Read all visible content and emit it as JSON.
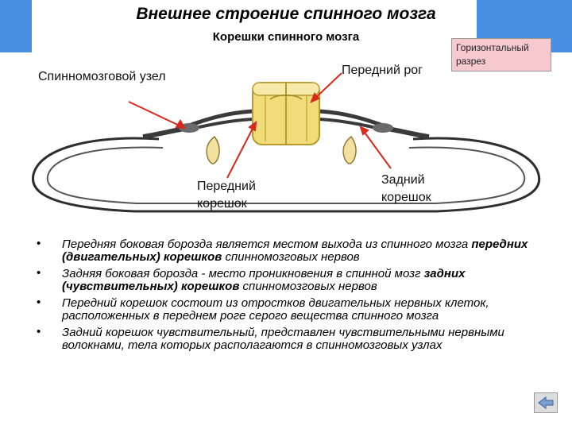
{
  "header": {
    "title": "Внешнее строение спинного мозга",
    "subtitle": "Корешки спинного мозга",
    "section_note": "Горизонтальный разрез",
    "accent_color": "#4a90e2",
    "note_color": "#f6c9cf"
  },
  "diagram": {
    "labels": {
      "ganglion": "Спинномозговой узел",
      "anterior_horn": "Передний рог",
      "anterior_root": "Передний корешок",
      "posterior_root": "Задний корешок"
    },
    "pointer_color": "#d9281e",
    "cord_color": "#f1dc79"
  },
  "bullets": [
    {
      "before": "Передняя боковая борозда является местом выхода из спинного мозга ",
      "emph": "передних (двигательных) корешков",
      "after": " спинномозговых нервов"
    },
    {
      "before": "Задняя боковая борозда  - место проникновения в спинной мозг ",
      "emph": "задних (чувствительных) корешков",
      "after": " спинномозговых нервов"
    },
    {
      "before": "Передний корешок состоит из отростков двигательных нервных клеток, расположенных в переднем роге серого вещества спинного мозга",
      "emph": "",
      "after": ""
    },
    {
      "before": "Задний корешок чувствительный, представлен чувствительными нервными волокнами, тела которых располагаются в спинномозговых узлах",
      "emph": "",
      "after": ""
    }
  ],
  "nav": {
    "icon": "back-arrow-icon"
  }
}
